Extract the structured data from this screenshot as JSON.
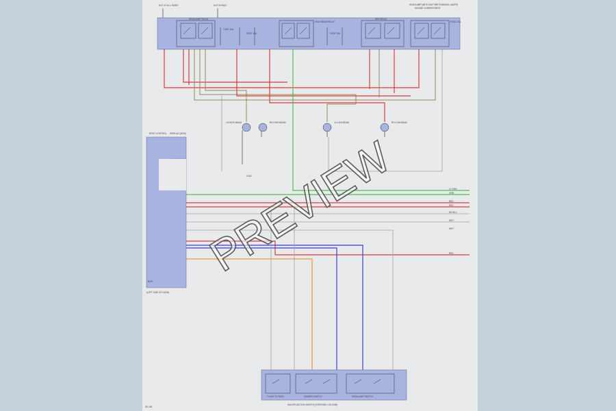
{
  "header": {
    "left_supply_1": "HOT AT ALL TIMES",
    "left_supply_2": "HOT IN RUN",
    "right_title_1": "HEADLAMP (WITH DAYTIME RUNNING LAMPS)",
    "right_title_2": "ENGINE COMPARTMENT"
  },
  "top_box": {
    "relay1": "HEADLAMP RELAY",
    "relay2": "HIGH BEAM RELAY",
    "relay3": "DRL RELAY",
    "fuse1": "FUSE 10A",
    "fuse2": "FUSE 15A",
    "fuse3": "FUSE 15A",
    "fuse4": "FUSE 10A"
  },
  "lamps": {
    "lamp1": "LH HIGH BEAM",
    "lamp2": "RH HIGH BEAM",
    "lamp3": "LH LOW BEAM",
    "lamp4": "RH LOW BEAM",
    "ground_note": "G101"
  },
  "left_module": {
    "title_1": "BODY CONTROL",
    "title_2": "MODULE (BCM)",
    "footer_1": "BCM",
    "footer_2": "(LEFT SIDE OF DASH)"
  },
  "right_wires": [
    "LT GRN",
    "GRN",
    "RED",
    "RED",
    "DK BLU",
    "WHT",
    "WHT",
    "RED"
  ],
  "bottom_box": {
    "switch1": "FLASH TO PASS",
    "switch2": "DIMMER SWITCH",
    "switch3": "HEADLAMP SWITCH",
    "footer": "MULTIFUNCTION SWITCH (STEERING COLUMN)"
  },
  "page_number": "6E-100",
  "watermark": "PREVIEW",
  "colors": {
    "box_fill": "#a9b3e0",
    "red": "#d93b3b",
    "green": "#4fbf4f",
    "blue": "#3a3ae0",
    "orange": "#e89a3c",
    "olive": "#8f8a57",
    "gray": "#9aa3a8",
    "black": "#2a2a2a"
  }
}
